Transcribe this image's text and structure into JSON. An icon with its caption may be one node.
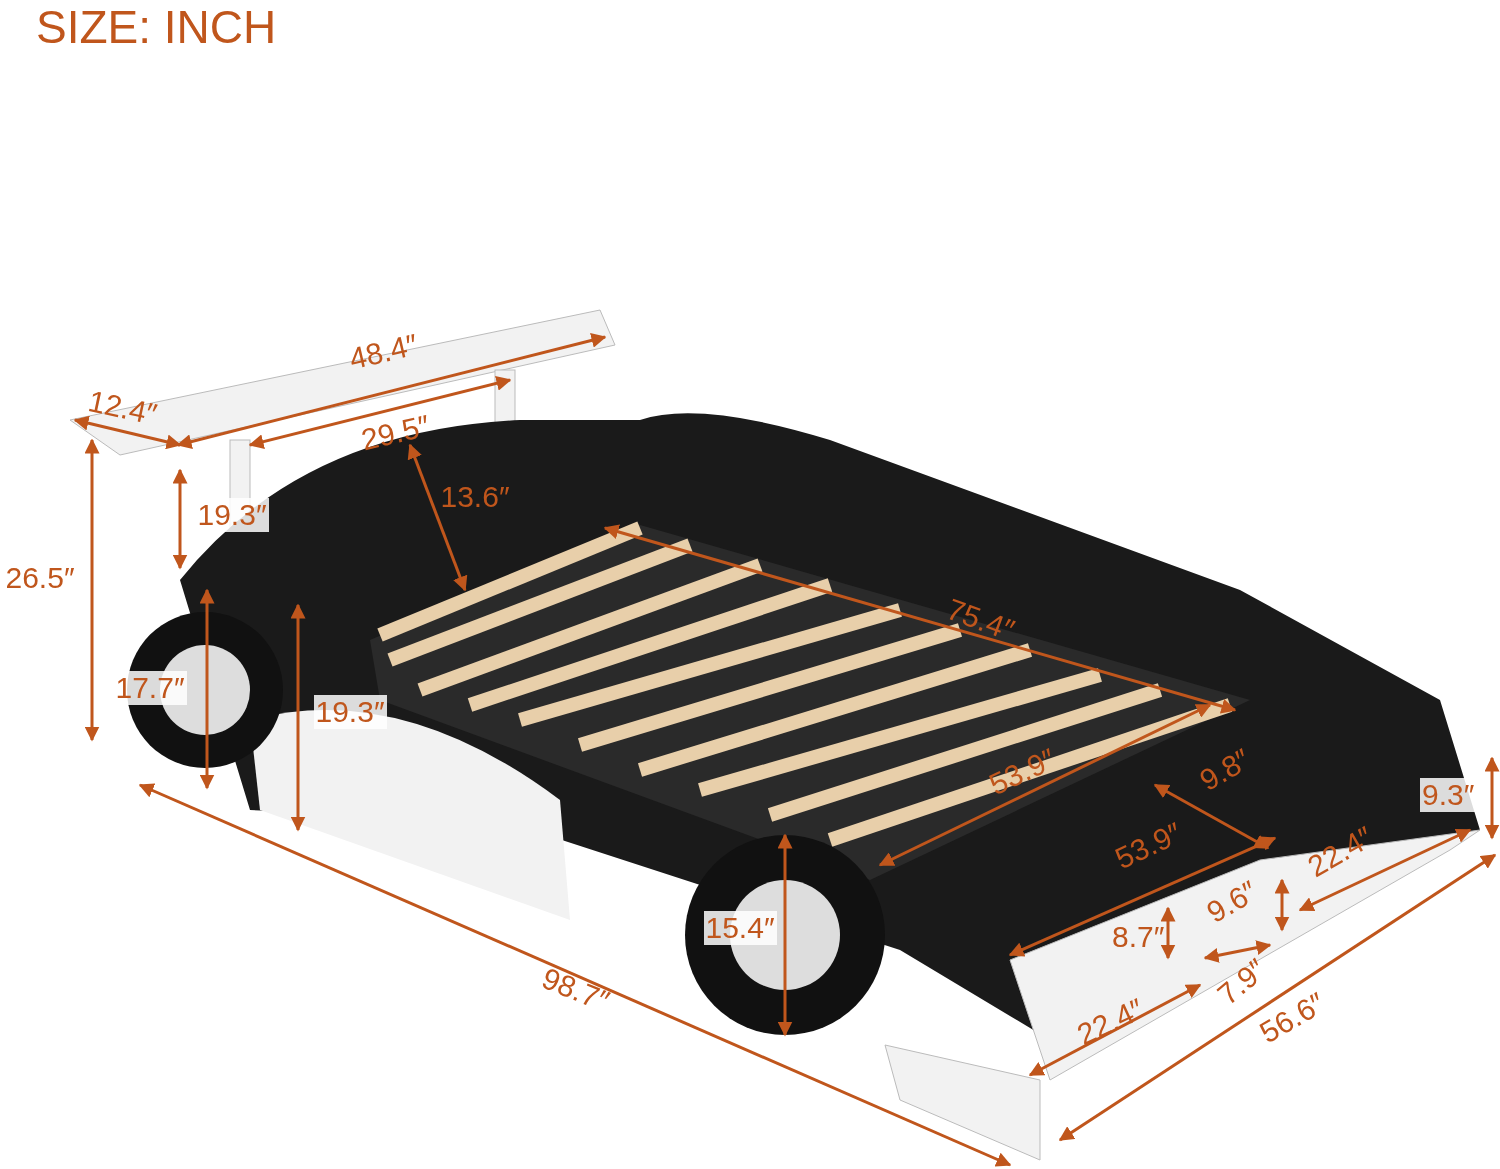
{
  "diagram": {
    "title": "SIZE: INCH",
    "labels": [
      "48.4″",
      "12.4″",
      "29.5″",
      "13.6″",
      "19.3″",
      "26.5″",
      "75.4″",
      "17.7″",
      "19.3″",
      "53.9″",
      "9.8″",
      "9.3″",
      "53.9″",
      "22.4″",
      "9.6″",
      "98.7″",
      "15.4″",
      "8.7″",
      "7.9″",
      "22.4″",
      "56.6″"
    ]
  }
}
